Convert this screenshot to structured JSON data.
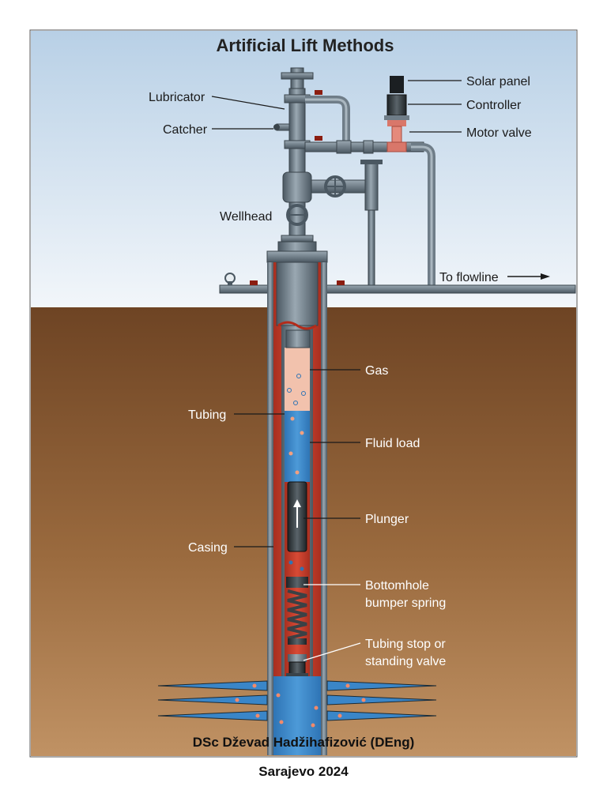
{
  "title": "Artificial Lift Methods",
  "labels": {
    "lubricator": "Lubricator",
    "catcher": "Catcher",
    "wellhead": "Wellhead",
    "solar_panel": "Solar panel",
    "controller": "Controller",
    "motor_valve": "Motor valve",
    "to_flowline": "To flowline",
    "gas": "Gas",
    "tubing": "Tubing",
    "fluid_load": "Fluid load",
    "plunger": "Plunger",
    "casing": "Casing",
    "bumper_spring_line1": "Bottomhole",
    "bumper_spring_line2": "bumper spring",
    "tubing_stop_line1": "Tubing stop or",
    "tubing_stop_line2": "standing valve"
  },
  "credit": "DSc Dževad Hadžihafizović (DEng)",
  "location_year": "Sarajevo 2024",
  "colors": {
    "sky": "#dce8f2",
    "soil": "#8a5a32",
    "casing_red": "#c8412e",
    "fluid_blue": "#3a86c8",
    "gas_pink": "#f2c2ad",
    "steel": "#6f7d88",
    "motor_valve": "#d9776a"
  }
}
